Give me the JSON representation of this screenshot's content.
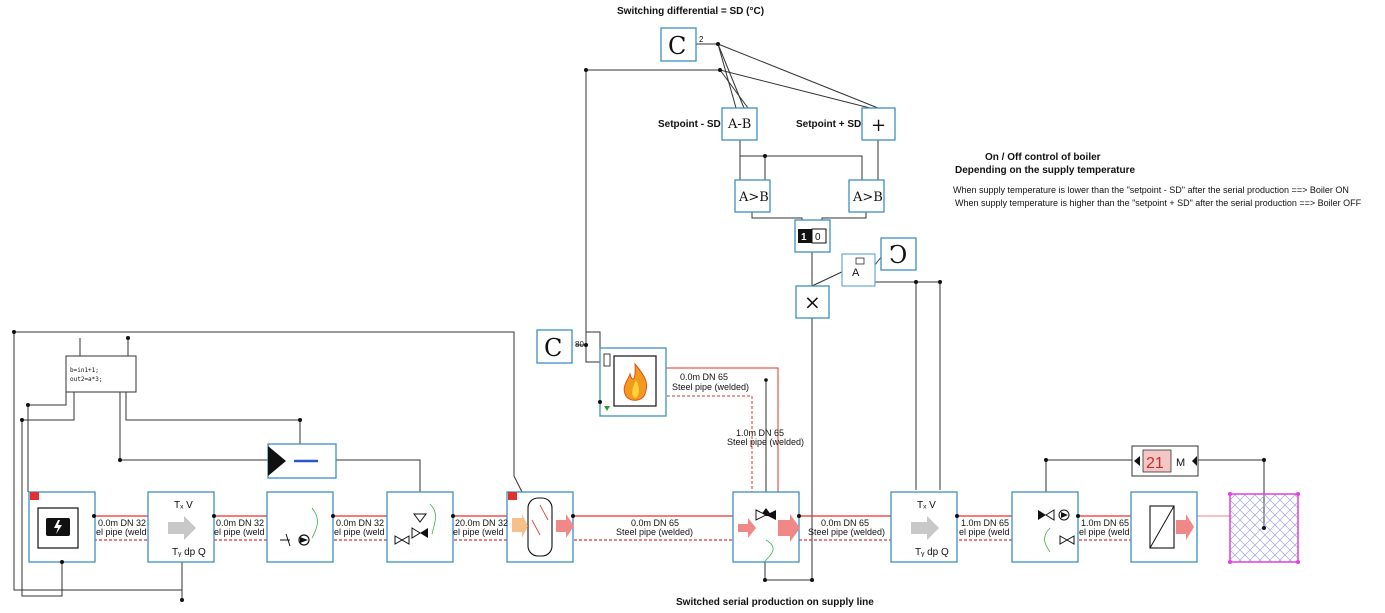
{
  "titles": {
    "switching_differential": "Switching differential = SD (°C)",
    "footer": "Switched serial production on supply line"
  },
  "notes": {
    "heading1": "On / Off control of boiler",
    "heading2": "Depending on the supply temperature",
    "line1": "When supply temperature is lower than the \"setpoint - SD\" after the serial production ==> Boiler ON",
    "line2": "When supply temperature is higher than the \"setpoint + SD\" after the serial production ==> Boiler OFF"
  },
  "labels": {
    "setpoint_minus": "Setpoint - SD",
    "setpoint_plus": "Setpoint + SD"
  },
  "blocks": {
    "const_sd_symbol": "C",
    "const_sd_value": "2",
    "const_sp_symbol": "C",
    "const_sp_value": "80",
    "sub_symbol": "A-B",
    "add_symbol": "+",
    "cmp_left": "A>B",
    "cmp_right": "A>B",
    "flipflop_on": "1",
    "flipflop_off": "0",
    "mult_symbol": "×",
    "delay_symbol": "Ↄ",
    "clip_symbol": "A",
    "formula_line1": "b=in1+1;",
    "formula_line2": "out2=a*3;",
    "pump_display": "21",
    "pump_mode": "M"
  },
  "sensors": {
    "sensor1_top": "Tₓ  V",
    "sensor1_bottom": "Tᵧ dp  Q",
    "sensor2_top": "Tₓ  V",
    "sensor2_bottom": "Tᵧ dp  Q"
  },
  "pipes": [
    {
      "length": "0.0m DN 32",
      "type": "el pipe (weld"
    },
    {
      "length": "0.0m DN 32",
      "type": "el pipe (weld"
    },
    {
      "length": "0.0m DN 32",
      "type": "el pipe (weld"
    },
    {
      "length": "20.0m DN 32",
      "type": "el pipe (weld"
    },
    {
      "length": "0.0m DN 65",
      "type": "Steel pipe (welded)"
    },
    {
      "length": "0.0m DN 65",
      "type": "Steel pipe (welded)"
    },
    {
      "length": "1.0m DN 65",
      "type": "el pipe (weld"
    },
    {
      "length": "1.0m DN 65",
      "type": "el pipe (weld"
    }
  ],
  "boiler_pipes": [
    {
      "length": "0.0m DN 65",
      "type": "Steel pipe (welded)"
    },
    {
      "length": "1.0m DN 65",
      "type": "Steel pipe (welded)"
    }
  ],
  "colors": {
    "supply": "#e8302a",
    "box_border": "#3c8fc0",
    "consumer": "#e040e0",
    "arrow_red": "#f08888",
    "arrow_grey": "#c8c8c8"
  }
}
